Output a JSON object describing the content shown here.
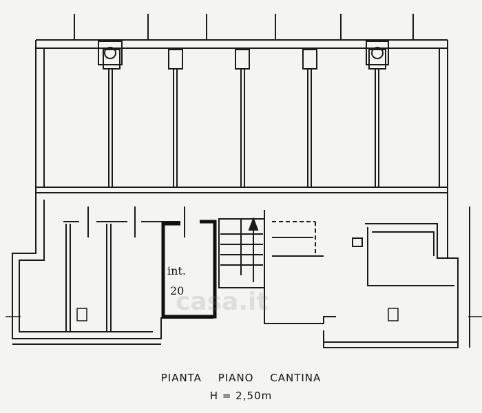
{
  "floor_plan": {
    "unit_label": "int.",
    "unit_number": "20",
    "caption_title": "PIANTA   PIANO   CANTINA",
    "caption_height": "H = 2,50m",
    "watermark": "casa.it"
  },
  "colors": {
    "line": "#1a1a1a",
    "background": "#f4f4f1",
    "highlight": "#111111"
  }
}
